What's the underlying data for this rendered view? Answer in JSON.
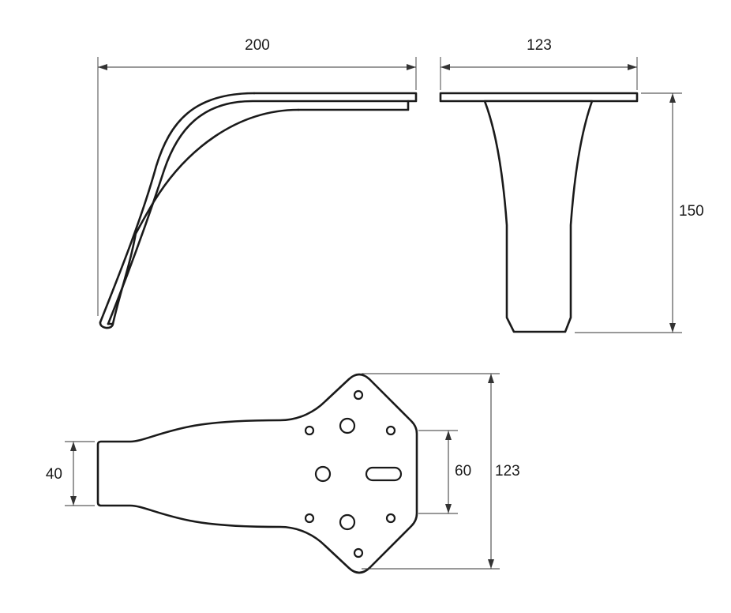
{
  "dimensions": {
    "side_width": "200",
    "front_width": "123",
    "front_height": "150",
    "plate_neck_width": "40",
    "plate_hole_spacing": "60",
    "plate_height": "123"
  },
  "colors": {
    "line": "#1a1a1a",
    "dimension": "#333333",
    "background": "#ffffff"
  }
}
